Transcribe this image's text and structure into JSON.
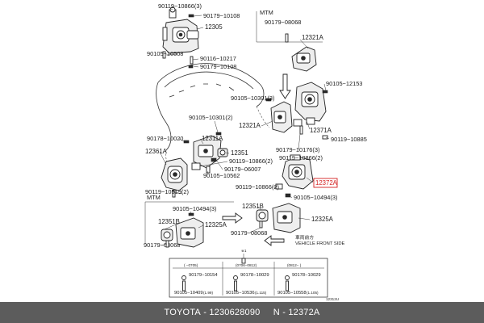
{
  "labels": {
    "p90119_10866_3": "90119−10866(3)",
    "p90179_10108": "90179−10108",
    "p12305": "12305",
    "p90105_10508": "90105−10508",
    "p90116_10217": "90116−10217",
    "p90179_10108b": "90179−10108",
    "mtm_top": "MTM",
    "p90179_08068_top": "90179−08068",
    "p12321A": "12321A",
    "p90105_12153": "90105−12153",
    "p90105_10301_3": "90105−10301(3)",
    "p90105_10301_2": "90105−10301(2)",
    "p12321A_b": "12321A",
    "p12371A": "12371A",
    "p90119_10885": "90119−10885",
    "p90178_10020": "90178−10020",
    "p12311A": "12311A",
    "p90179_10176_3": "90179−10176(3)",
    "p12361A": "12361A",
    "p12351": "12351",
    "p90119_10866_2a": "90119−10866(2)",
    "p90179_06007": "90179−06007",
    "p90105_10562": "90105−10562",
    "p12372A": "12372A",
    "p90119_10866_2b": "90119−10866(2)",
    "p90119_10519_2": "90119−10519(2)",
    "p90105_10494_3a": "90105−10494(3)",
    "mtm_left": "MTM",
    "p90105_10494_3b": "90105−10494(3)",
    "p12351B": "12351B",
    "p12325A_a": "12325A",
    "p12351B_b": "12351B",
    "p12325A_b": "12325A",
    "p90179_08068_a": "90179−08068",
    "p90179_08068_b": "90179−08068",
    "vehicle_front_jp": "車両前方",
    "vehicle_front": "VEHICLE FRONT SIDE",
    "figure_no": "12312U"
  },
  "table": {
    "top_mark": "※1",
    "columns": [
      {
        "header": "(     −0705)",
        "top_part": "90179−10154",
        "bottom_part": "90105−10409",
        "bottom_suffix": "(1.99)"
      },
      {
        "header": "(0706−0812)",
        "top_part": "90178−10029",
        "bottom_part": "90105−10536",
        "bottom_suffix": "(1.115)"
      },
      {
        "header": "(0812−    )",
        "top_part": "90178−10029",
        "bottom_part": "90105−10558",
        "bottom_suffix": "(1.105)"
      }
    ]
  },
  "footer": {
    "brand": "TOYOTA",
    "separator": " - ",
    "part_number": "1230628090",
    "gap": "     ",
    "n_label": "N - ",
    "ref": "12372A"
  },
  "colors": {
    "highlight": "#d32020",
    "footer_bg": "#5c5c5c"
  }
}
